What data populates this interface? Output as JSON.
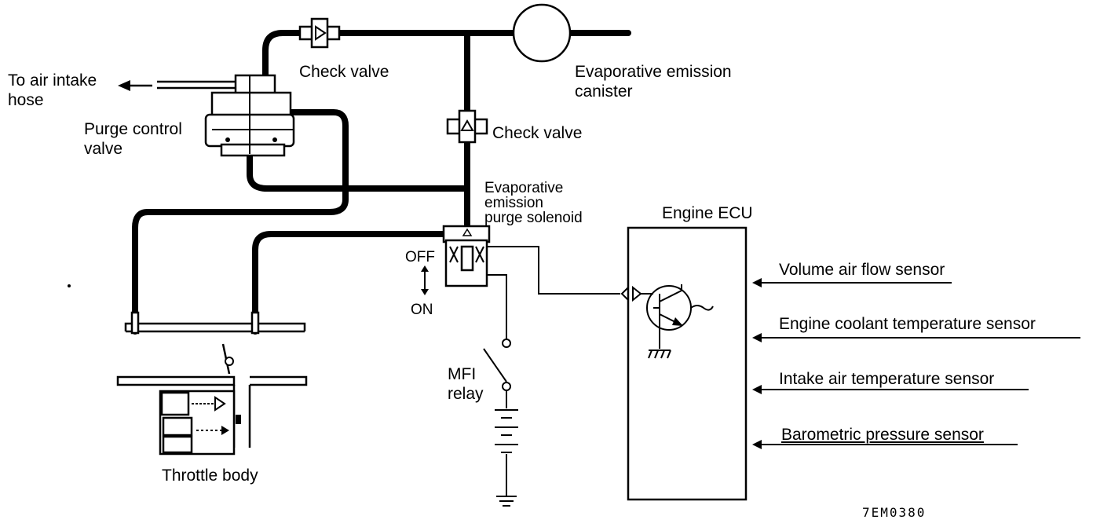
{
  "labels": {
    "to_air_intake_line1": "To air intake",
    "to_air_intake_line2": "hose",
    "purge_control_line1": "Purge control",
    "purge_control_line2": "valve",
    "check_valve_top": "Check valve",
    "canister_line1": "Evaporative emission",
    "canister_line2": "canister",
    "check_valve_mid": "Check valve",
    "solenoid_line1": "Evaporative",
    "solenoid_line2": "emission",
    "solenoid_line3": "purge solenoid",
    "off": "OFF",
    "on": "ON",
    "mfi_line1": "MFI",
    "mfi_line2": "relay",
    "throttle_body": "Throttle body",
    "engine_ecu": "Engine ECU",
    "figure_code": "7EM0380"
  },
  "sensors": [
    "Volume air flow sensor",
    "Engine coolant temperature sensor",
    "Intake air temperature sensor",
    "Barometric pressure sensor"
  ]
}
